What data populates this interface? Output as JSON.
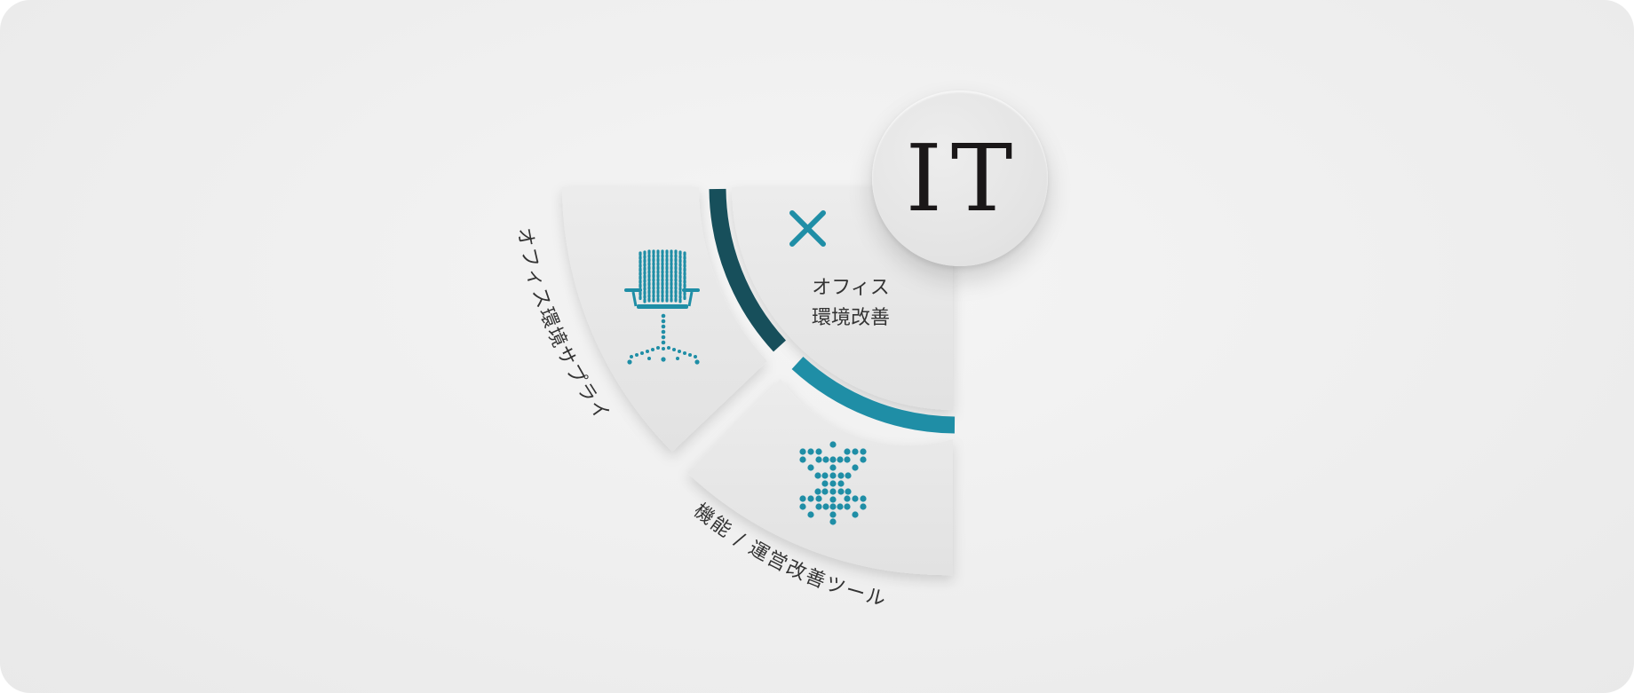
{
  "badge": {
    "text": "IT"
  },
  "inner_segment": {
    "line1": "オフィス",
    "line2": "環境改善",
    "icon": "cross-icon"
  },
  "left_segment": {
    "icon": "office-chair-icon",
    "curved_label": "オフィス環境サプライ"
  },
  "bottom_segment": {
    "icon": "dot-matrix-kanji-icon",
    "curved_label": "機能 / 運営改善ツール"
  },
  "colors": {
    "teal": "#1f8ea6",
    "dark_teal": "#174f5b",
    "segment_fill": "#e6e6e6",
    "text": "#333333"
  }
}
